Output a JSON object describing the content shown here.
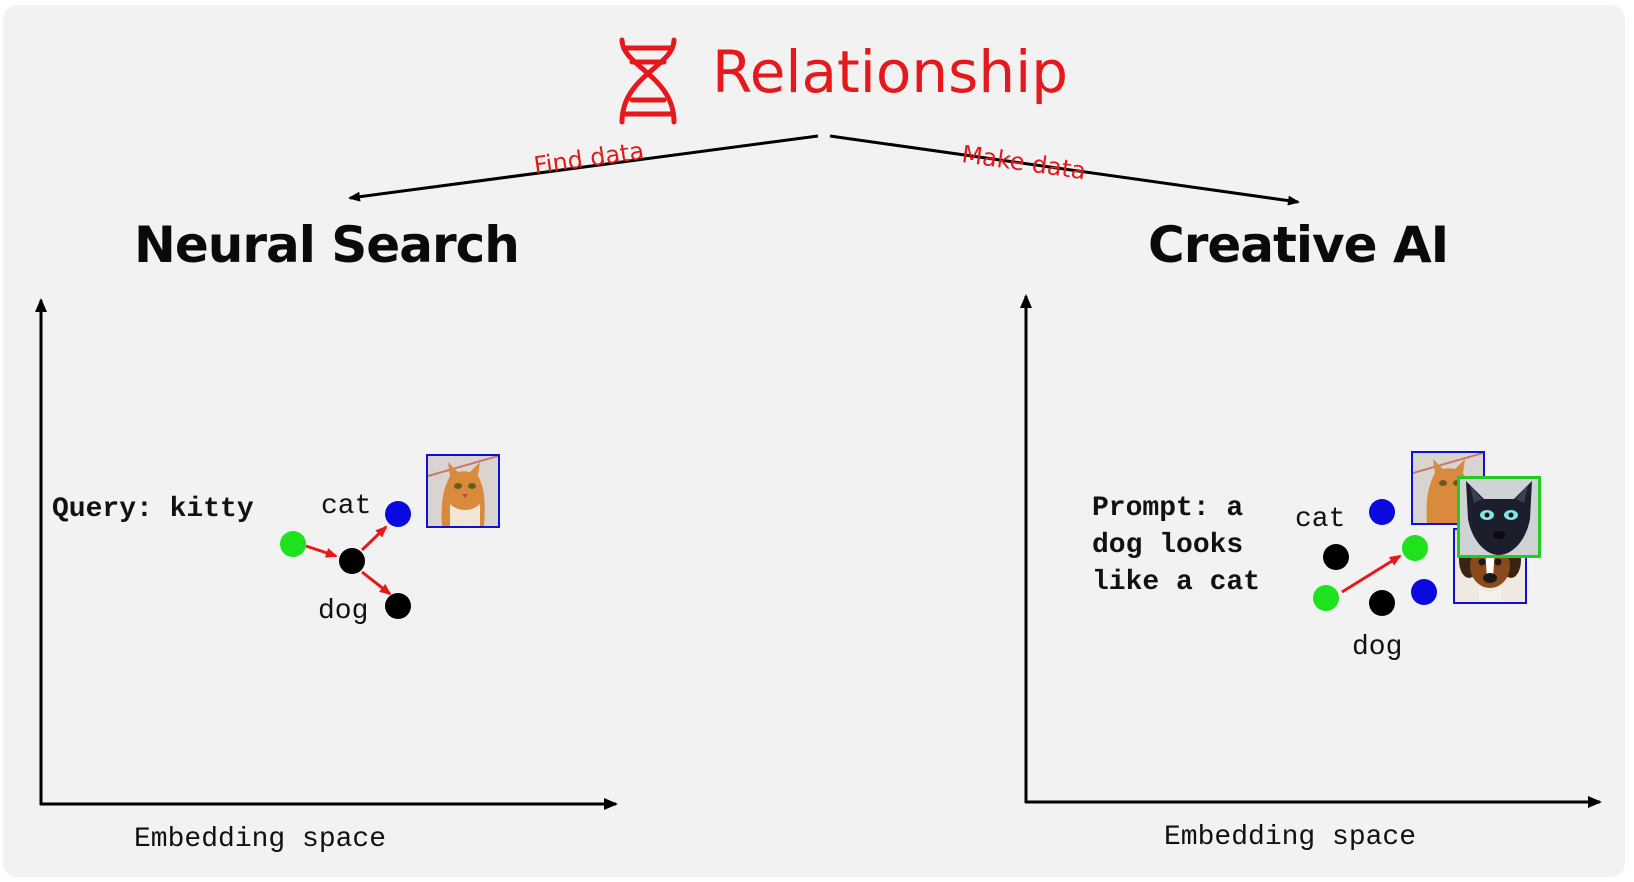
{
  "title": "Relationship",
  "branches": {
    "left_label": "Find data",
    "right_label": "Make data"
  },
  "neural_search": {
    "heading": "Neural Search",
    "query": "Query: kitty",
    "cat_label": "cat",
    "dog_label": "dog",
    "axis_label": "Embedding space"
  },
  "creative_ai": {
    "heading": "Creative AI",
    "prompt_lines": [
      "Prompt: a",
      "dog looks",
      "like a cat"
    ],
    "cat_label": "cat",
    "dog_label": "dog",
    "axis_label": "Embedding space"
  },
  "colors": {
    "accent": "#e5181b",
    "query_point": "#1de21d",
    "result_point": "#0a0ae0",
    "concept_point": "#000000",
    "match_frame": "#1010d0",
    "generated_frame": "#22cc22"
  },
  "icons": {
    "title_icon": "dna-icon",
    "thumbnails": [
      "cat-photo",
      "cat-photo",
      "dog-cat-generated-image",
      "puppy-photo"
    ]
  }
}
